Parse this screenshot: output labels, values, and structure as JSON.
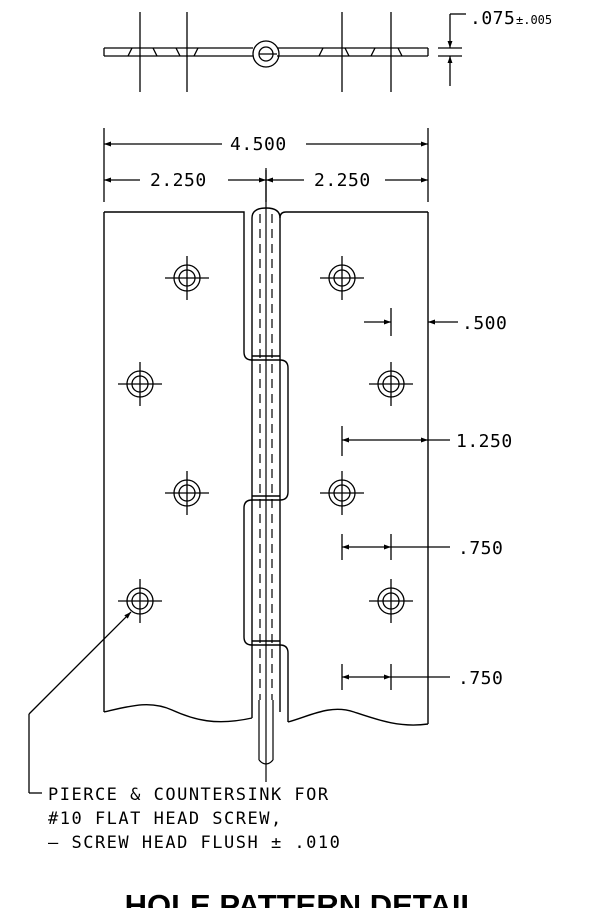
{
  "dimensions": {
    "thickness": ".075",
    "thickness_tolerance": "±.005",
    "overall_width": "4.500",
    "half_width_left": "2.250",
    "half_width_right": "2.250",
    "edge_offset": ".500",
    "row_offset": "1.250",
    "hole_spacing_upper": ".750",
    "hole_spacing_lower": ".750"
  },
  "note": {
    "line1": "PIERCE & COUNTERSINK FOR",
    "line2": "#10 FLAT HEAD SCREW,",
    "line3": "– SCREW HEAD FLUSH ± .010"
  },
  "title": "HOLE PATTERN DETAIL"
}
